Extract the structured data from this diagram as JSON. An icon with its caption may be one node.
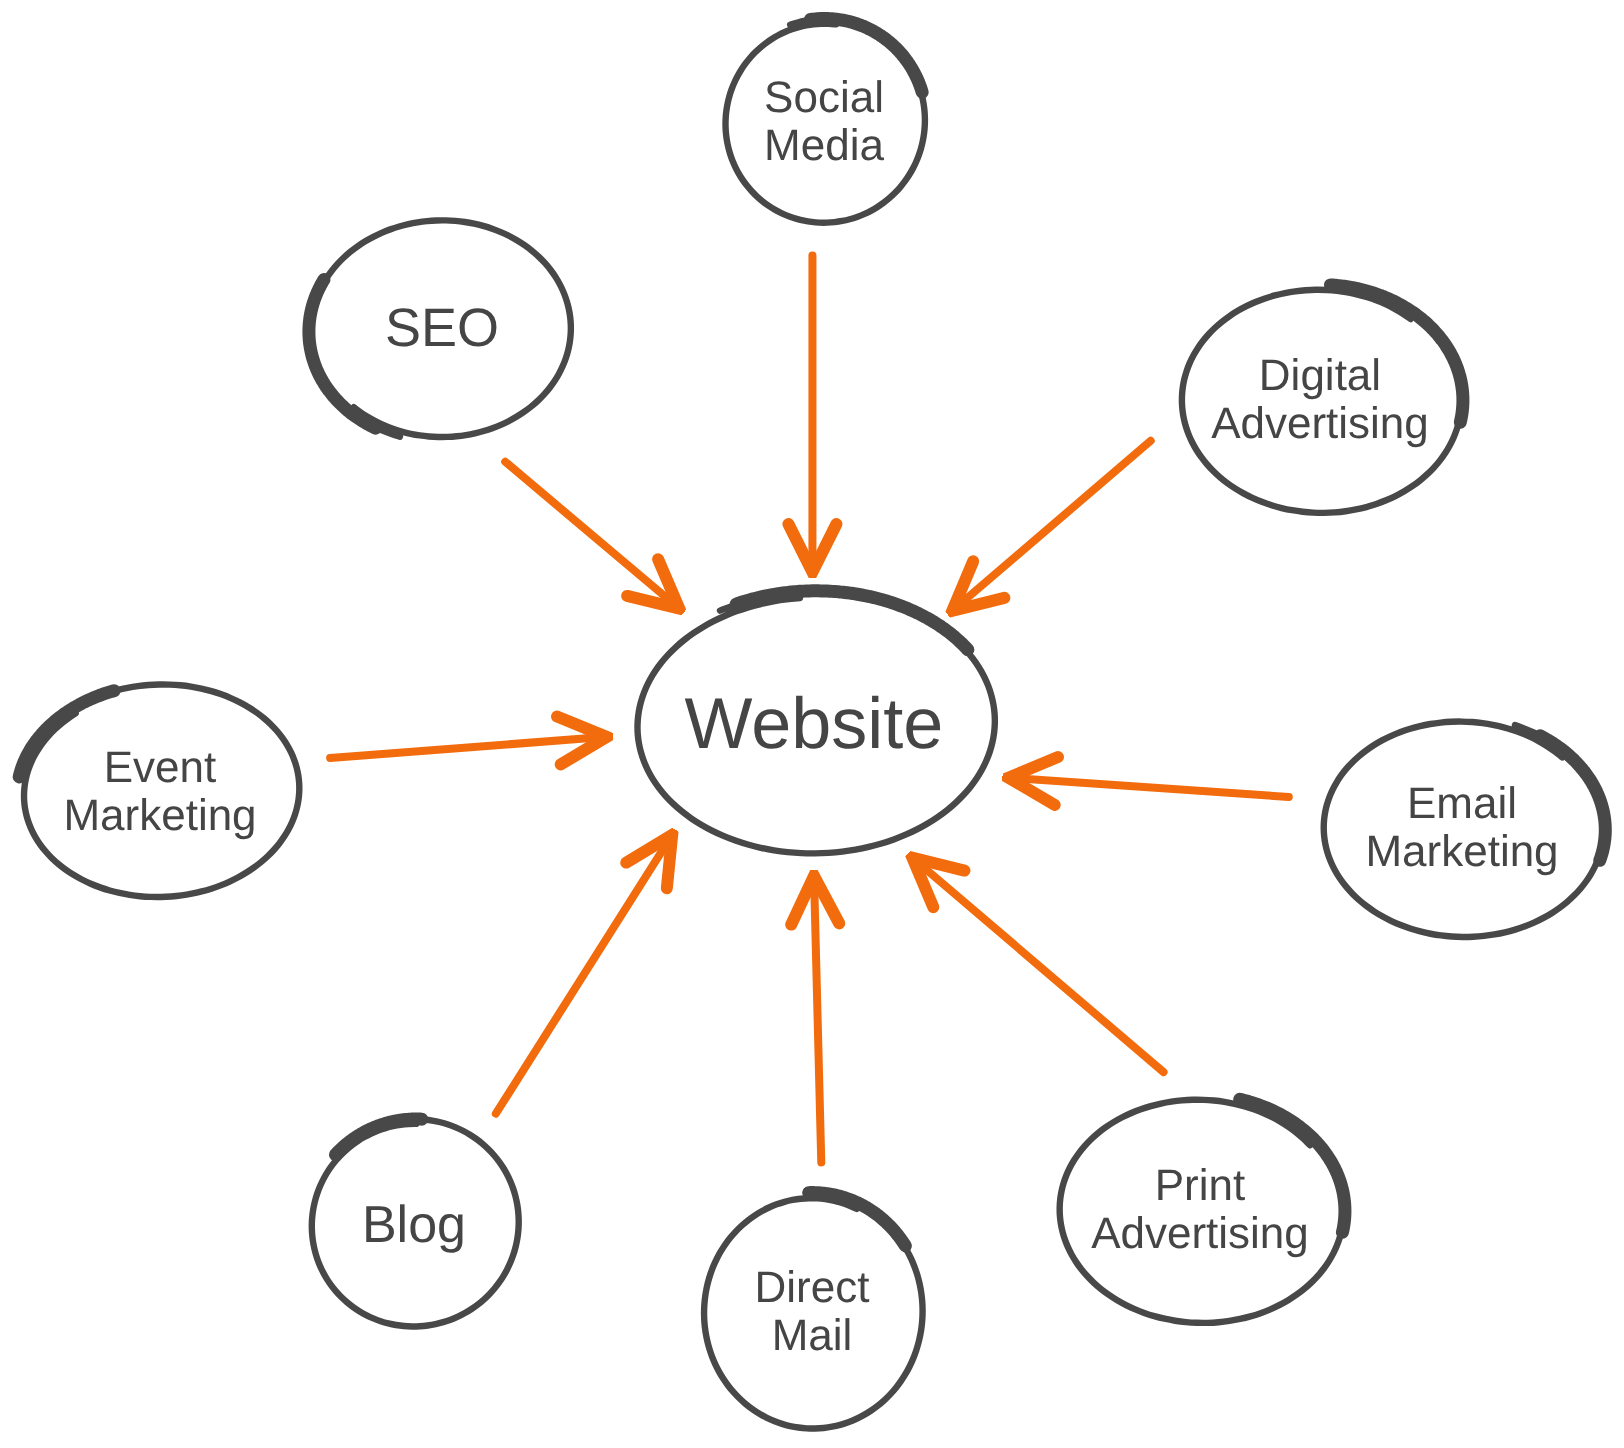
{
  "diagram": {
    "nodes": [
      {
        "text": [
          "Social Media"
        ]
      },
      {
        "text": [
          "SEO"
        ]
      },
      {
        "text": [
          "Digital Advertising"
        ]
      },
      {
        "text": [
          "Website"
        ]
      },
      {
        "text": [
          "Event Marketing"
        ]
      },
      {
        "text": [
          "Email Marketing"
        ]
      },
      {
        "text": [
          "Blog"
        ]
      },
      {
        "text": [
          "Direct Mail"
        ]
      },
      {
        "text": [
          "Print Advertising"
        ]
      }
    ],
    "edges": [
      {
        "from": 0,
        "to": 3,
        "arrow": "to"
      },
      {
        "from": 1,
        "to": 3,
        "arrow": "to"
      },
      {
        "from": 2,
        "to": 3,
        "arrow": "to"
      },
      {
        "from": 4,
        "to": 3,
        "arrow": "to"
      },
      {
        "from": 5,
        "to": 3,
        "arrow": "to"
      },
      {
        "from": 6,
        "to": 3,
        "arrow": "to"
      },
      {
        "from": 7,
        "to": 3,
        "arrow": "to"
      },
      {
        "from": 8,
        "to": 3,
        "arrow": "to"
      }
    ]
  }
}
